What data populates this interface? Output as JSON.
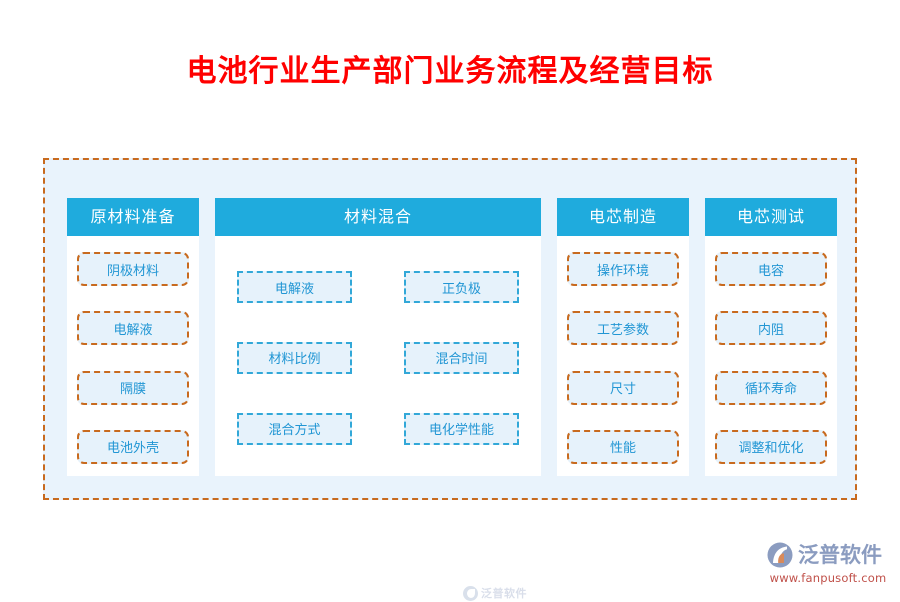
{
  "page": {
    "title": "电池行业生产部门业务流程及经营目标",
    "title_color": "#ff0000",
    "background_color": "#ffffff"
  },
  "theme": {
    "frame_border_color": "#c86a1e",
    "frame_fill_color": "#e9f3fc",
    "header_color": "#1fabdd",
    "header_text_color": "#ffffff",
    "chip_fill_color": "#e6f2fb",
    "chip_text_color": "#2196d4",
    "chip_border_orange": "#c86a1e",
    "chip_border_blue": "#32a8d8"
  },
  "diagram": {
    "columns": [
      {
        "header": "原材料准备",
        "layout": "single",
        "chip_style": "round-orange",
        "items": [
          {
            "label": "阴极材料"
          },
          {
            "label": "电解液"
          },
          {
            "label": "隔膜"
          },
          {
            "label": "电池外壳"
          }
        ]
      },
      {
        "header": "材料混合",
        "layout": "grid-2col",
        "chip_style": "square-blue",
        "items": [
          {
            "label": "电解液"
          },
          {
            "label": "正负极"
          },
          {
            "label": "材料比例"
          },
          {
            "label": "混合时间"
          },
          {
            "label": "混合方式"
          },
          {
            "label": "电化学性能"
          }
        ]
      },
      {
        "header": "电芯制造",
        "layout": "single",
        "chip_style": "round-orange",
        "items": [
          {
            "label": "操作环境"
          },
          {
            "label": "工艺参数"
          },
          {
            "label": "尺寸"
          },
          {
            "label": "性能"
          }
        ]
      },
      {
        "header": "电芯测试",
        "layout": "single",
        "chip_style": "round-orange",
        "items": [
          {
            "label": "电容"
          },
          {
            "label": "内阻"
          },
          {
            "label": "循环寿命"
          },
          {
            "label": "调整和优化"
          }
        ]
      }
    ]
  },
  "watermark": {
    "text": "泛普软件"
  },
  "brand": {
    "name": "泛普软件",
    "url": "www.fanpusoft.com",
    "name_color": "#8b9cc0",
    "url_color": "#c0514a"
  }
}
